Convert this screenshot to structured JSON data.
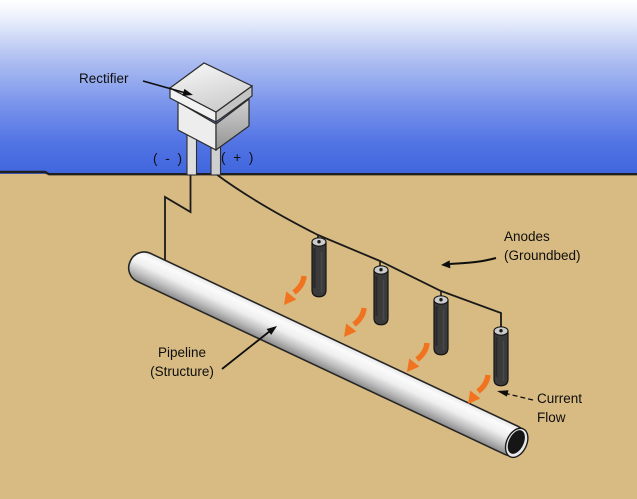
{
  "diagram": {
    "labels": {
      "rectifier": "Rectifier",
      "negative_terminal": "( - )",
      "positive_terminal": "( + )",
      "anodes": {
        "line1": "Anodes",
        "line2": "(Groundbed)"
      },
      "pipeline": {
        "line1": "Pipeline",
        "line2": "(Structure)"
      },
      "current_flow": {
        "line1": "Current",
        "line2": "Flow"
      }
    },
    "counts": {
      "anodes": 4,
      "current_flow_arrows": 4
    },
    "colors": {
      "sky_top": "#ffffff",
      "sky_bottom": "#4066de",
      "ground": "#d8bb82",
      "horizon_line": "#1f1f1f",
      "wire": "#1a1a1a",
      "current_arrow_orange": "#f2731f",
      "anode_body": "#3b3b3b",
      "anode_cap": "#cccccc",
      "pipe_highlight": "#fbfbfb",
      "pipe_shadow": "#8b8b8b",
      "rectifier_metal": "#e8e8e8"
    }
  }
}
